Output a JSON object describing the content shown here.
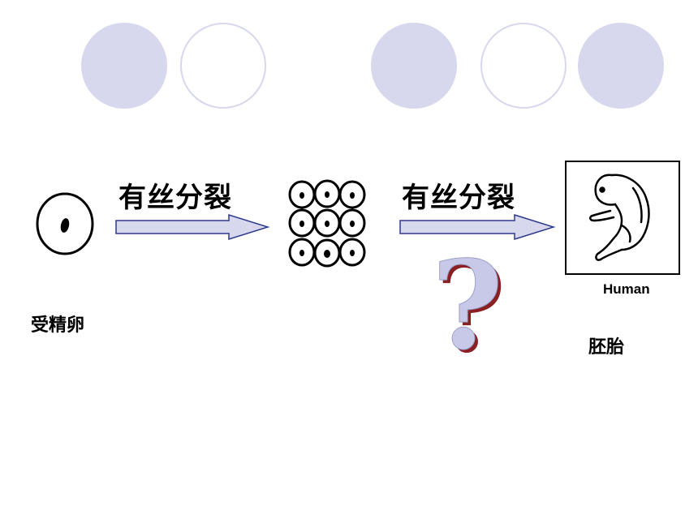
{
  "header_circles": [
    {
      "style": "filled"
    },
    {
      "style": "outline"
    },
    {
      "style": "filled"
    },
    {
      "style": "outline"
    },
    {
      "style": "filled"
    }
  ],
  "colors": {
    "circle_fill": "#d7d7ee",
    "arrow_fill": "#d7d7ee",
    "arrow_stroke": "#2e3a8c",
    "question_fill": "#c8c8e8",
    "question_shadow": "#8a1f24",
    "ink": "#000000"
  },
  "stages": {
    "zygote": {
      "label": "受精卵"
    },
    "embryo": {
      "label": "胚胎",
      "caption": "Human"
    }
  },
  "arrows": [
    {
      "label": "有丝分裂"
    },
    {
      "label": "有丝分裂"
    }
  ],
  "unknown_step_icon": "question-mark-icon"
}
